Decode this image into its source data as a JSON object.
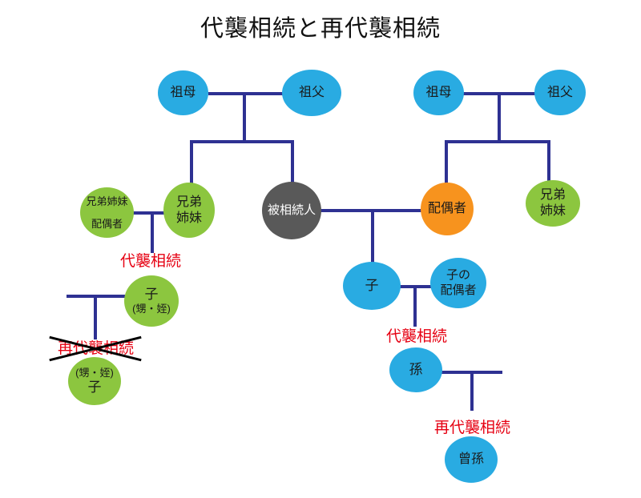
{
  "title": "代襲相続と再代襲相続",
  "colors": {
    "node_blue": "#29ABE2",
    "node_green": "#8CC63F",
    "node_orange": "#F7931E",
    "node_gray": "#595959",
    "connector_navy": "#2E3192",
    "label_red": "#E60012",
    "strike_black": "#000000"
  },
  "nodes": {
    "grandmother_left": {
      "label": "祖母"
    },
    "grandfather_left": {
      "label": "祖父"
    },
    "grandmother_right": {
      "label": "祖母"
    },
    "grandfather_right": {
      "label": "祖父"
    },
    "sibling_spouse": {
      "lines": [
        "兄弟姉妹",
        "配偶者"
      ]
    },
    "sibling_left": {
      "lines": [
        "兄弟",
        "姉妹"
      ]
    },
    "decedent": {
      "label": "被相続人"
    },
    "spouse": {
      "label": "配偶者"
    },
    "sibling_right": {
      "lines": [
        "兄弟",
        "姉妹"
      ]
    },
    "nephew_child": {
      "lines": [
        "子",
        "(甥・姪)"
      ]
    },
    "child": {
      "label": "子"
    },
    "child_spouse": {
      "lines": [
        "子の",
        "配偶者"
      ]
    },
    "nephew_grandchild": {
      "lines": [
        "(甥・姪)",
        "子"
      ]
    },
    "grandchild": {
      "label": "孫"
    },
    "great_grandchild": {
      "label": "曾孫"
    }
  },
  "labels": {
    "daishu_left": "代襲相続",
    "saidaishu_left_crossed": "再代襲相続",
    "daishu_right": "代襲相続",
    "saidaishu_right": "再代襲相続"
  }
}
